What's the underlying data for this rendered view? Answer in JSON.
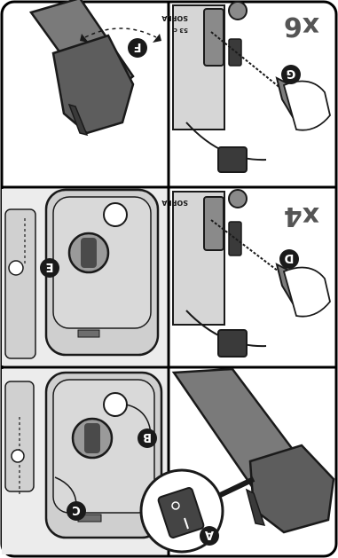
{
  "steps": {
    "a": "A",
    "b": "B",
    "c": "C",
    "d": "D",
    "e": "E",
    "f": "F",
    "g": "G"
  },
  "counts": {
    "top_right": "x6",
    "middle_right": "x4"
  },
  "engine_label": {
    "line1": "SOPLA",
    "line2": "53 c"
  },
  "colors": {
    "outline": "#1a1a1a",
    "panel_gray": "#cfcfcf",
    "light_gray": "#e6e6e6",
    "dark_gray": "#6e6e6e",
    "frame": "#000000",
    "background": "#ffffff"
  }
}
